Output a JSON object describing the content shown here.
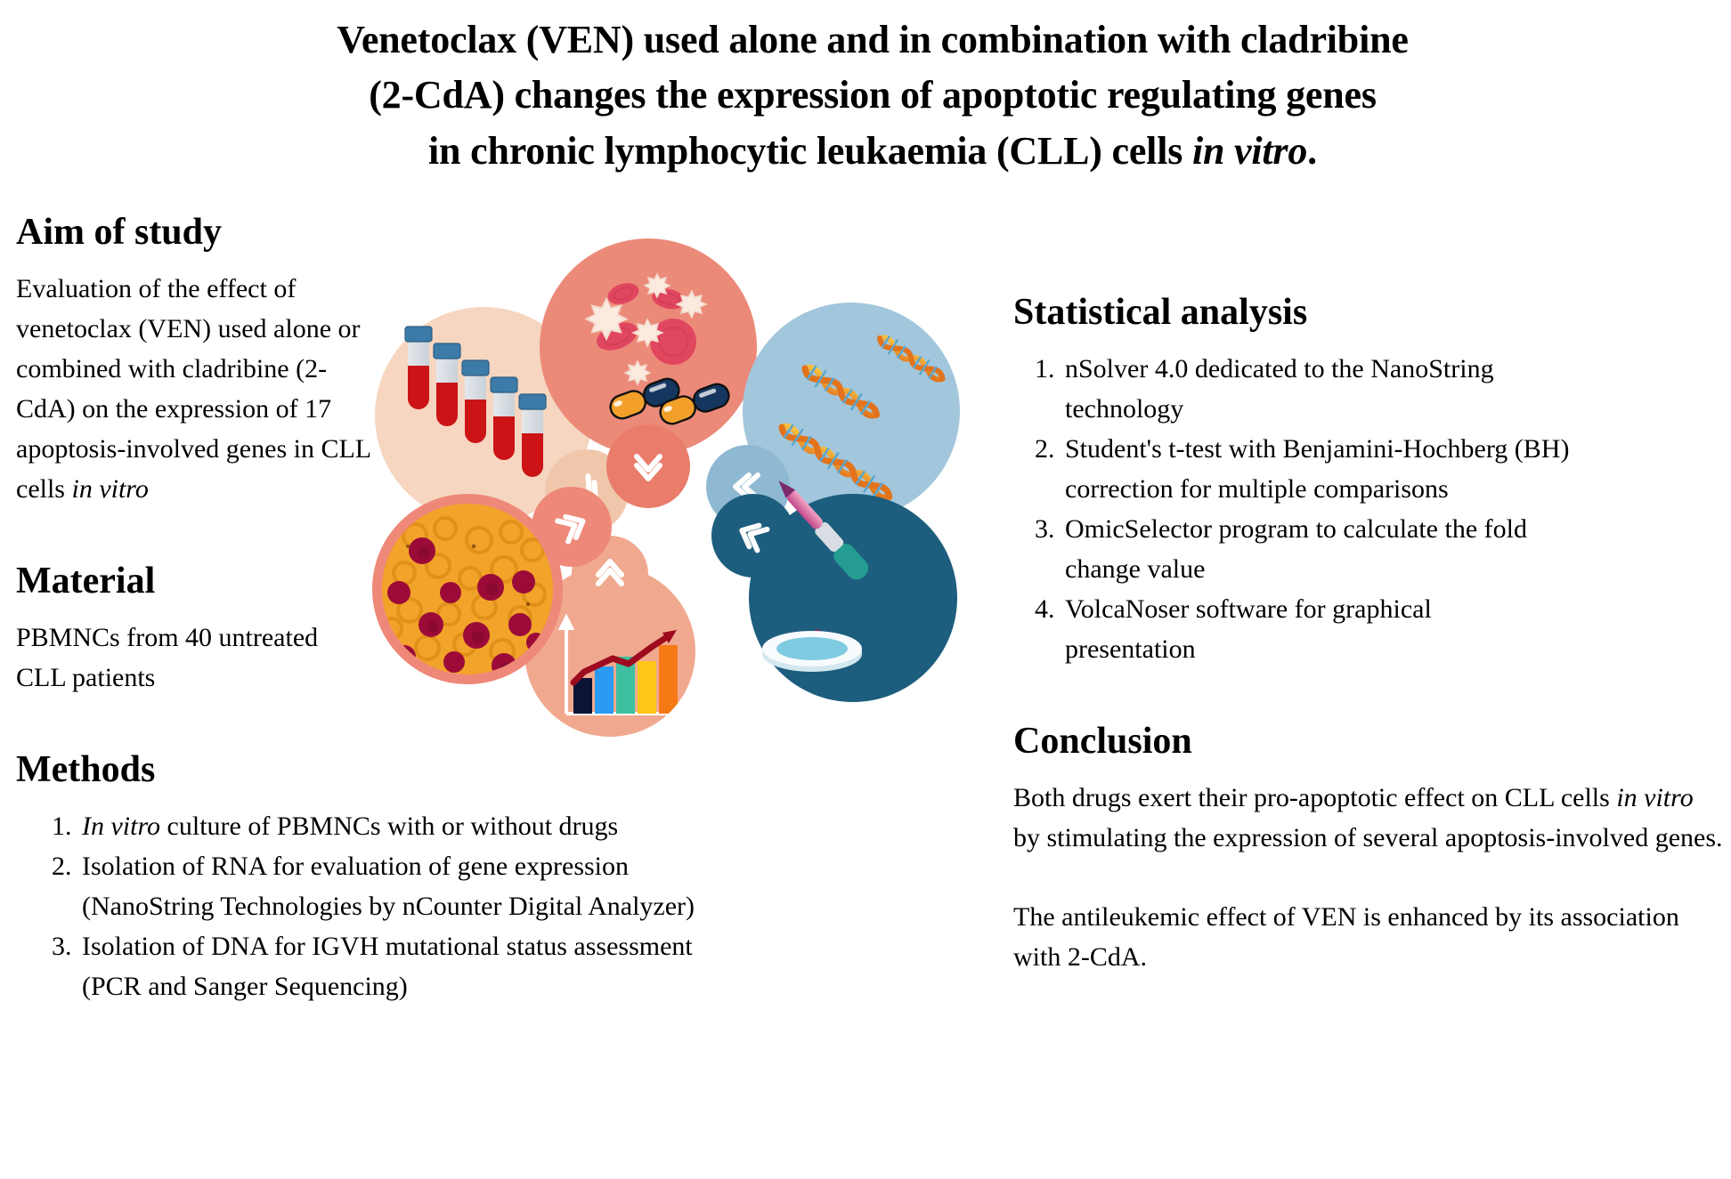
{
  "title": {
    "line1": "Venetoclax (VEN) used alone and in combination with cladribine",
    "line2": "(2-CdA) changes the expression of apoptotic regulating genes",
    "line3_a": "in chronic lymphocytic leukaemia (CLL) cells ",
    "line3_em": "in vitro",
    "line3_b": "."
  },
  "aim": {
    "heading": "Aim of study",
    "text_a": "Evaluation of the effect of venetoclax (VEN) used alone or combined with cladribine (2-CdA) on the expression of 17 apoptosis-involved genes in CLL cells ",
    "text_em": "in vitro",
    "text_b": ""
  },
  "material": {
    "heading": "Material",
    "text": "PBMNCs from 40 untreated CLL patients"
  },
  "methods": {
    "heading": "Methods",
    "items": [
      {
        "num": "1.",
        "em": "In vitro",
        "text": " culture of PBMNCs with or without drugs",
        "cont": ""
      },
      {
        "num": "2.",
        "em": "",
        "text": "Isolation of RNA for evaluation of gene expression",
        "cont": "(NanoString Technologies by nCounter Digital Analyzer)"
      },
      {
        "num": "3.",
        "em": "",
        "text": "Isolation of DNA for IGVH mutational status assessment",
        "cont": "(PCR and Sanger Sequencing)"
      }
    ]
  },
  "statistics": {
    "heading": "Statistical analysis",
    "items": [
      {
        "num": "1.",
        "text": "nSolver 4.0 dedicated to the NanoString",
        "cont": "technology"
      },
      {
        "num": "2.",
        "text": "Student's t-test with Benjamini-Hochberg (BH)",
        "cont": "correction for multiple comparisons"
      },
      {
        "num": "3.",
        "text": "OmicSelector program to calculate the fold",
        "cont": "change value"
      },
      {
        "num": "4.",
        "text": "VolcaNoser software for graphical",
        "cont": "presentation"
      }
    ]
  },
  "conclusion": {
    "heading": "Conclusion",
    "p1_a": "Both drugs exert their pro-apoptotic effect on CLL cells ",
    "p1_em": "in vitro",
    "p1_b": " by stimulating the expression of several apoptosis-involved genes.",
    "p2": "The antileukemic effect of VEN is enhanced by its association with 2-CdA."
  },
  "diagram": {
    "nodes": [
      {
        "id": "blood-sample-tubes",
        "label": "blood collection tubes",
        "color": "#F6D6C0",
        "tab_color": "#F1C7AB"
      },
      {
        "id": "blood-cells-and-drug-capsules",
        "label": "blood cells with drug capsules",
        "color": "#EC8A79",
        "tab_color": "#E97C6A"
      },
      {
        "id": "dna-double-helix",
        "label": "DNA double helices",
        "color": "#A2C6DC",
        "tab_color": "#8FB9D3"
      },
      {
        "id": "pipette-petri-dish",
        "label": "pipette and petri dish",
        "color": "#1D5D7E",
        "tab_color": "#1D5D7E"
      },
      {
        "id": "bar-chart-results",
        "label": "bar chart with trend arrow",
        "color": "#F0A98F",
        "tab_color": "#F0A98F"
      },
      {
        "id": "blood-smear-microscopy",
        "label": "blood smear under microscope",
        "color": "#EE8878",
        "tab_color": "#EE8878"
      }
    ],
    "chart_bars": [
      "#0C1436",
      "#2B9AF3",
      "#3DBFA0",
      "#FFC61A",
      "#F57A16"
    ],
    "trend_color": "#9E0A1E",
    "capsule_colors": {
      "orange": "#F2A02A",
      "navy": "#15375F"
    }
  }
}
